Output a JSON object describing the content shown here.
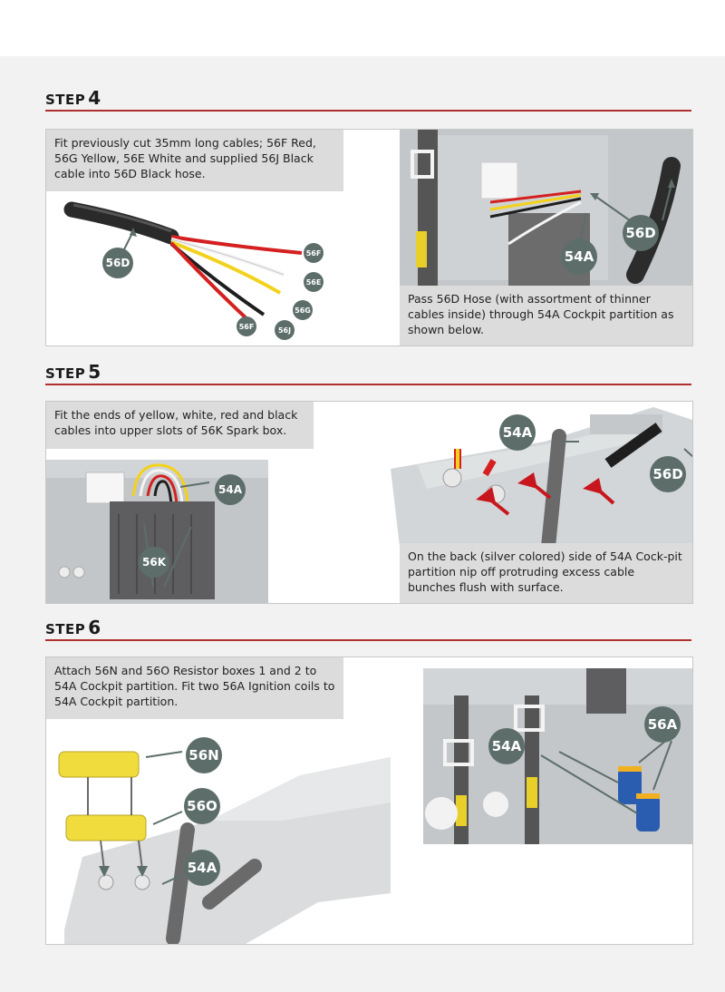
{
  "steps": [
    {
      "word": "STEP",
      "number": "4",
      "note_left": "Fit previously cut 35mm long cables; 56F Red, 56G Yellow, 56E White and supplied 56J Black cable into 56D Black hose.",
      "note_right": "Pass 56D Hose (with assortment of thinner cables inside) through 54A Cockpit partition as shown below.",
      "labels": {
        "hose": "56D",
        "red_top": "56F",
        "white": "56E",
        "yellow": "56G",
        "black": "56J",
        "red_bottom": "56F",
        "partition": "54A",
        "hose_right": "56D"
      }
    },
    {
      "word": "STEP",
      "number": "5",
      "note_left": "Fit the ends of yellow, white, red and black cables into upper slots of 56K Spark box.",
      "note_right": "On the back (silver colored) side of 54A Cock-pit partition nip off protruding excess cable bunches flush with surface.",
      "labels": {
        "partition_left": "54A",
        "spark_box": "56K",
        "partition_right": "54A",
        "hose": "56D"
      }
    },
    {
      "word": "STEP",
      "number": "6",
      "note_left": "Attach 56N and 56O Resistor boxes 1 and 2 to 54A Cockpit partition. Fit two 56A Ignition coils to 54A Cockpit partition.",
      "labels": {
        "resistor_1": "56N",
        "resistor_2": "56O",
        "partition_left": "54A",
        "partition_right": "54A",
        "coils": "56A"
      }
    }
  ],
  "colors": {
    "rule": "#b03030",
    "label_bg": "#5d6e6a",
    "note_bg": "#dcdcdc",
    "arrow_red": "#c8161e",
    "cable_red": "#d42020",
    "cable_yellow": "#f2d21c",
    "cable_white": "#f4f4f4",
    "cable_black": "#1e1e1e",
    "resistor_yellow": "#f0dc3c",
    "coil_blue": "#2a5db0"
  }
}
